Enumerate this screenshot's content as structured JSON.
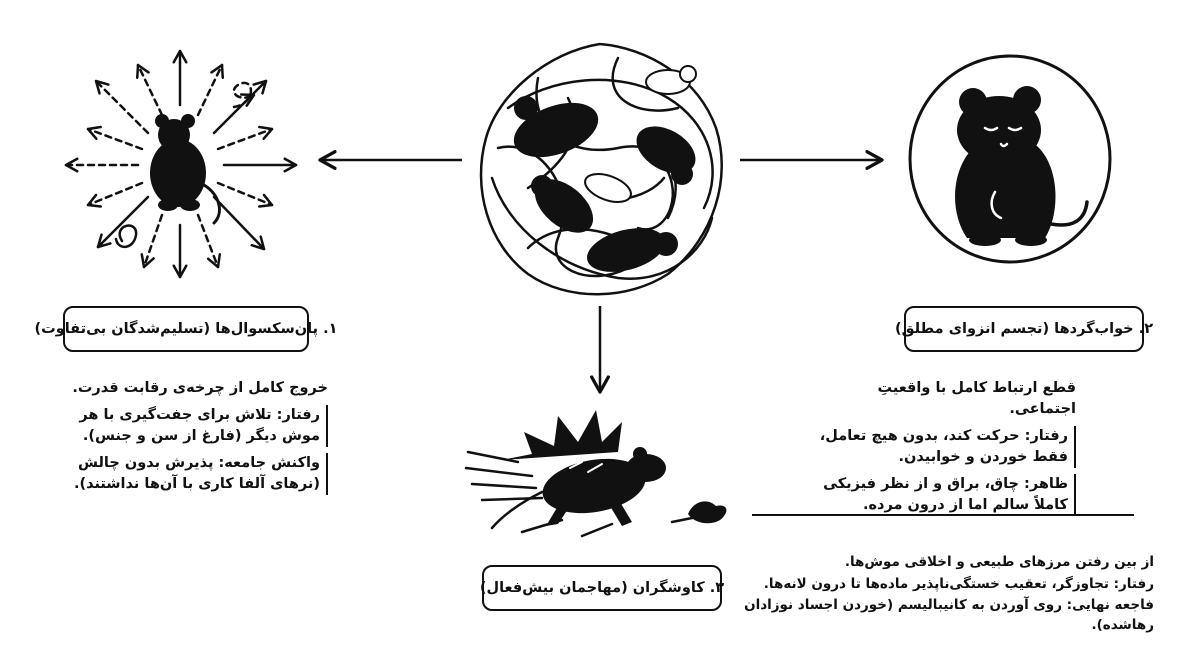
{
  "center": {
    "illustration_icon": "tangled-mice-ball-icon"
  },
  "group1": {
    "label": "۱. پان‌سکسوال‌ها (تسلیم‌شدگان بی‌تفاوت)",
    "summary": "خروج کامل از چرخه‌ی رقابت قدرت.",
    "behavior": "رفتار: تلاش برای جفت‌گیری با هر موش دیگر (فارغ از سن و جنس).",
    "social_reaction": "واکنش جامعه: پذیرش بدون چالش (نرهای آلفا کاری با آن‌ها نداشتند).",
    "icon": "mouse-with-scattered-arrows-icon"
  },
  "group2": {
    "label": "۲. خواب‌گردها (تجسم انزوای مطلق)",
    "summary": "قطع ارتباط کامل با واقعیتِ اجتماعی.",
    "behavior": "رفتار: حرکت کند، بدون هیچ تعامل، فقط خوردن و خوابیدن.",
    "appearance": "ظاهر: چاق، براق و از نظر فیزیکی کاملاً سالم اما از درون مرده.",
    "icon": "sleeping-mouse-in-circle-icon"
  },
  "group3": {
    "label": "۳. کاوشگران (مهاجمان بیش‌فعال)",
    "summary": "از بین رفتن مرزهای طبیعی و اخلاقی موش‌ها.",
    "behavior": "رفتار: تجاوزگر، تعقیب خستگی‌ناپذیر ماده‌ها تا درون لانه‌ها.",
    "tragedy": "فاجعه نهایی: روی آوردن به کانیبالیسم (خوردن اجساد نوزادان رهاشده).",
    "icon": "aggressive-running-mouse-icon"
  }
}
